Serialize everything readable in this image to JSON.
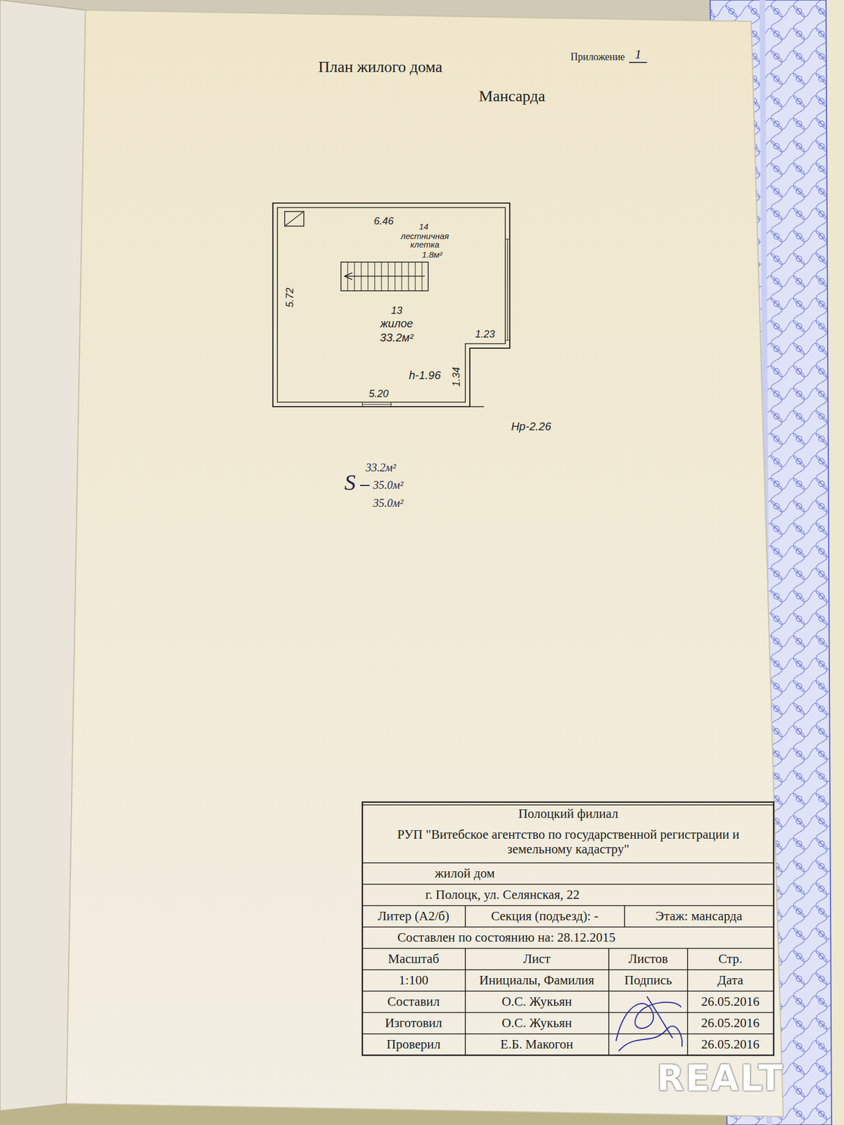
{
  "diagram": {
    "title": "План жилого дома",
    "labels": [
      "Приложение",
      "1",
      "Мансарда",
      "6.46",
      "14",
      "лестничная клетка",
      "1.8м²",
      "5.72",
      "13",
      "жилое",
      "33.2м²",
      "1.23",
      "h-1.96",
      "1.34",
      "5.20",
      "Нр-2.26",
      "S",
      "33.2м²",
      "35.0м²",
      "35.0м²",
      "Полоцкий филиал",
      "РУП \"Витебское агентство по государственной регистрации и земельному кадастру\"",
      "жилой дом",
      "г. Полоцк, ул. Селянская, 22",
      "Литер (А2/б)",
      "Секция (подъезд): -",
      "Этаж: мансарда",
      "Составлен по состоянию на: 28.12.2015",
      "Масштаб",
      "Лист",
      "Листов",
      "Стр.",
      "1:100",
      "Инициалы, Фамилия",
      "Подпись",
      "Дата",
      "Составил",
      "О.С. Жукьян",
      "26.05.2016",
      "Изготовил",
      "О.С. Жукьян",
      "26.05.2016",
      "Проверил",
      "Е.Б. Макогон",
      "26.05.2016",
      "REALT"
    ]
  }
}
